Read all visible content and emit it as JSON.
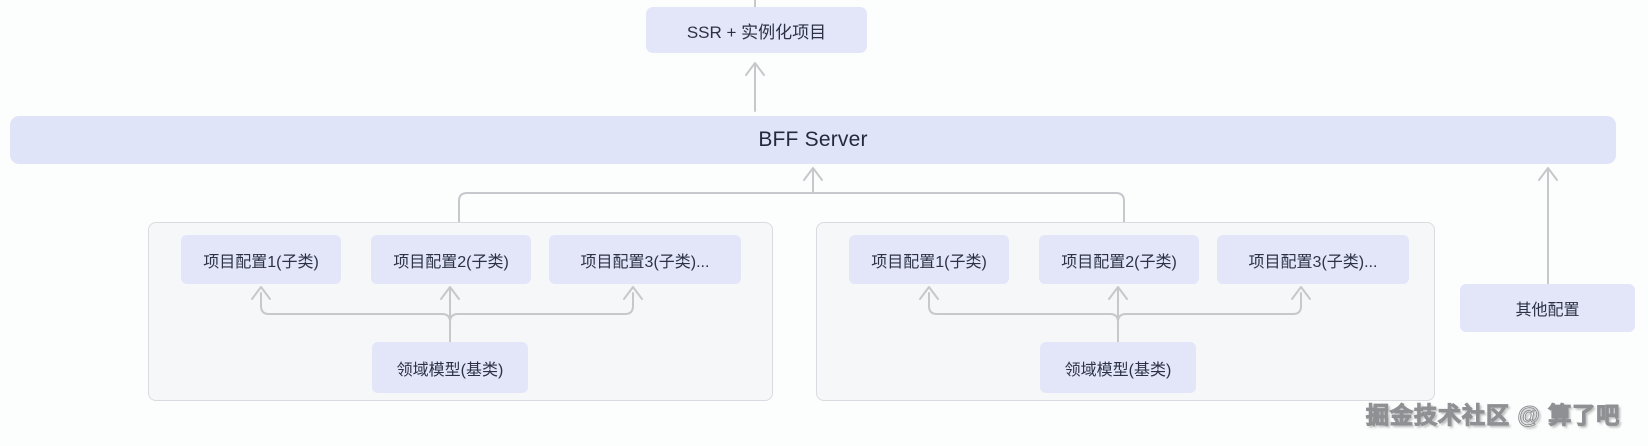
{
  "diagram": {
    "top_box": {
      "label": "SSR + 实例化项目"
    },
    "bff_bar": {
      "label": "BFF Server"
    },
    "groups": [
      {
        "children": [
          "项目配置1(子类)",
          "项目配置2(子类)",
          "项目配置3(子类)..."
        ],
        "base": "领域模型(基类)"
      },
      {
        "children": [
          "项目配置1(子类)",
          "项目配置2(子类)",
          "项目配置3(子类)..."
        ],
        "base": "领域模型(基类)"
      }
    ],
    "other_box": {
      "label": "其他配置"
    },
    "watermark": "掘金技术社区 @ 算了吧",
    "colors": {
      "node_fill": "#e3e6f9",
      "bar_fill": "#e0e4f8",
      "group_fill": "#f6f7f9",
      "group_border": "#d8dbdf",
      "connector": "#c6c8cb",
      "text": "#2c3145"
    }
  }
}
